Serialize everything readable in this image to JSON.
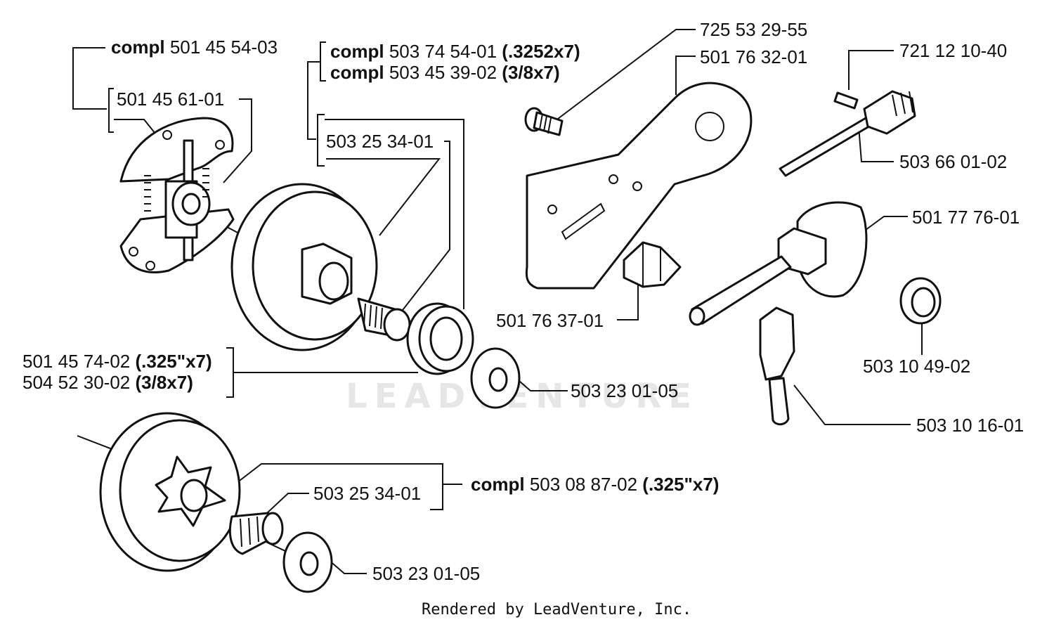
{
  "watermark": "LEADVENTURE",
  "footer": "Rendered by LeadVenture, Inc.",
  "callouts": {
    "clutch_compl": {
      "prefix": "compl",
      "number": "501 45 54-03"
    },
    "clutch_shoe": {
      "number": "501 45 61-01"
    },
    "drum_compl_a": {
      "prefix": "compl",
      "number": "503 74 54-01",
      "spec": "(.3252x7)"
    },
    "drum_compl_b": {
      "prefix": "compl",
      "number": "503 45 39-02",
      "spec": "(3/8x7)"
    },
    "bearing_top": {
      "number": "503 25 34-01"
    },
    "rim_a": {
      "number": "501 45 74-02",
      "spec": "(.325\"x7)"
    },
    "rim_b": {
      "number": "504 52 30-02",
      "spec": "(3/8x7)"
    },
    "washer_top": {
      "number": "503 23 01-05"
    },
    "screw": {
      "number": "725 53 29-55"
    },
    "plate": {
      "number": "501 76 32-01"
    },
    "pin": {
      "number": "721 12 10-40"
    },
    "shaft": {
      "number": "503 66 01-02"
    },
    "pump": {
      "number": "501 77 76-01"
    },
    "block": {
      "number": "501 76 37-01"
    },
    "spring": {
      "number": "503 10 49-02"
    },
    "plunger": {
      "number": "503 10 16-01"
    },
    "drum_compl_c": {
      "prefix": "compl",
      "number": "503 08 87-02",
      "spec": "(.325\"x7)"
    },
    "bearing_bottom": {
      "number": "503 25 34-01"
    },
    "washer_bottom": {
      "number": "503 23 01-05"
    }
  }
}
